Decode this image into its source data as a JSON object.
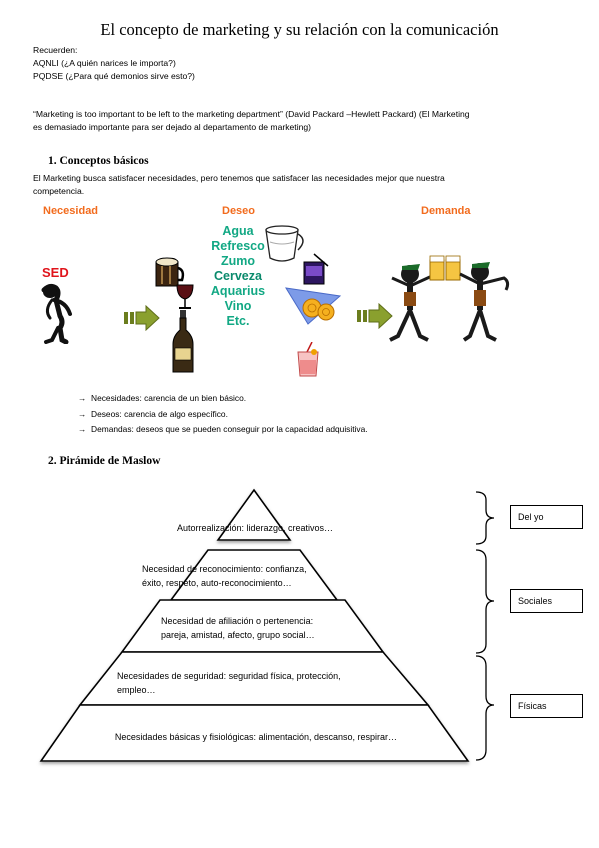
{
  "title": "El concepto de marketing y su relación con la comunicación",
  "remember": {
    "heading": "Recuerden:",
    "line1": "AQNLI (¿A quién narices le importa?)",
    "line2": "PQDSE (¿Para qué demonios sirve esto?)"
  },
  "quote": {
    "line1": "“Marketing is too important to be left to the marketing department” (David Packard –Hewlett Packard) (El Marketing",
    "line2": "es demasiado importante para ser dejado al departamento de marketing)"
  },
  "section1": {
    "heading": "1.  Conceptos básicos",
    "para1": "El Marketing busca satisfacer necesidades, pero tenemos que satisfacer las necesidades mejor que nuestra",
    "para2": "competencia."
  },
  "diagram": {
    "label_necesidad": "Necesidad",
    "label_deseo": "Deseo",
    "label_demanda": "Demanda",
    "label_sed": "SED",
    "words": [
      "Agua",
      "Refresco",
      "Zumo",
      "Cerveza",
      "Aquarius",
      "Vino",
      "Etc."
    ],
    "colors": {
      "orange": "#f26b1d",
      "red": "#e0141b",
      "green": "#12a884",
      "arrow": "#8aa02e"
    }
  },
  "bullets": [
    "Necesidades: carencia de un bien básico.",
    "Deseos: carencia de algo específico.",
    "Demandas: deseos que se pueden conseguir por la capacidad adquisitiva."
  ],
  "section2": {
    "heading": "2.  Pirámide de Maslow"
  },
  "pyramid": {
    "level1": "Autorrealización: liderazgo, creativos…",
    "level2a": "Necesidad de reconocimiento: confianza,",
    "level2b": "éxito, respeto, auto-reconocimiento…",
    "level3a": "Necesidad de afiliación o pertenencia:",
    "level3b": "pareja, amistad, afecto, grupo social…",
    "level4a": "Necesidades de seguridad: seguridad física, protección,",
    "level4b": "empleo…",
    "level5": "Necesidades básicas y fisiológicas: alimentación, descanso, respirar…"
  },
  "groups": {
    "g1": "Del yo",
    "g2": "Sociales",
    "g3": "Físicas"
  }
}
